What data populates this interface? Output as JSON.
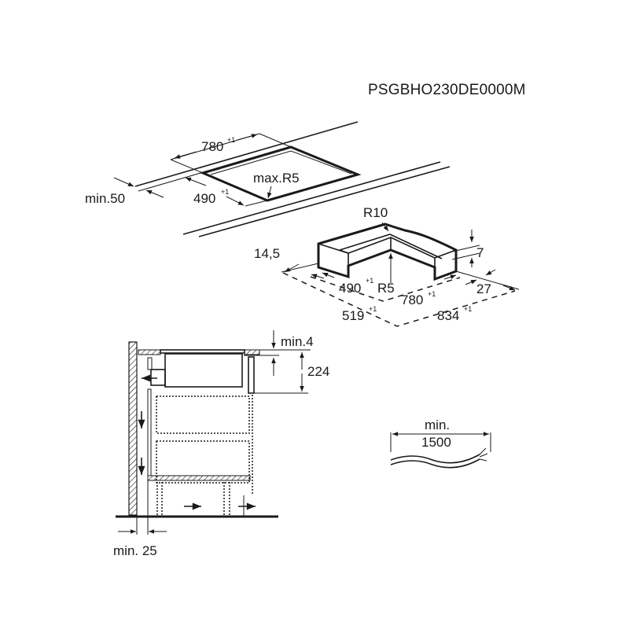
{
  "model_code": "PSGBHO230DE0000M",
  "cutout": {
    "width": "780",
    "width_tol": "+1",
    "depth": "490",
    "depth_tol": "+1",
    "radius": "max.R5",
    "edge_distance": "min.50"
  },
  "frame": {
    "outer_radius": "R10",
    "inner_radius": "R5",
    "offset": "14,5",
    "height": "7",
    "side": "27",
    "depth": "490",
    "depth_tol": "+1",
    "width": "780",
    "width_tol": "+1",
    "total_depth": "519",
    "total_depth_tol": "+1",
    "total_width": "834",
    "total_width_tol": "+1"
  },
  "section": {
    "top_gap": "min.4",
    "height": "224",
    "wall_gap": "min. 25"
  },
  "cable": {
    "label_line1": "min.",
    "label_line2": "1500"
  }
}
